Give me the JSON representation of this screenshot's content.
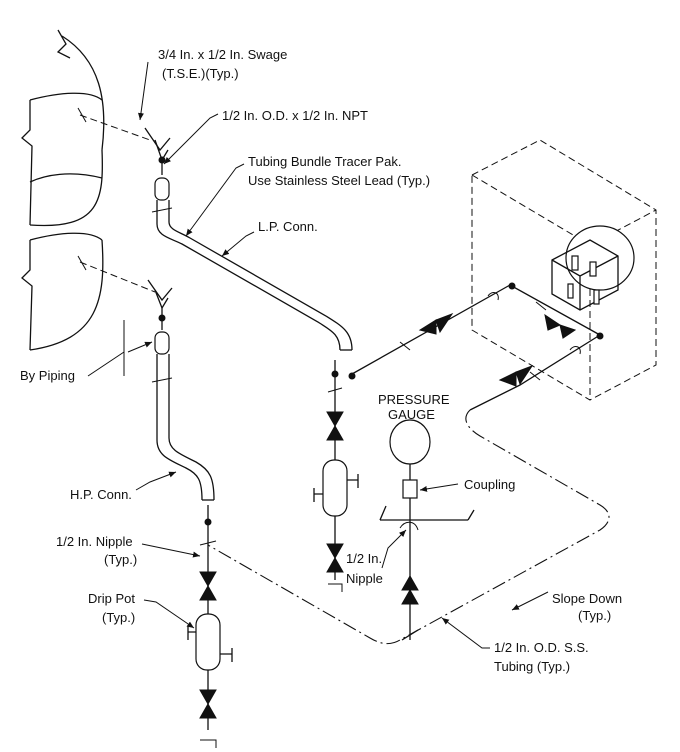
{
  "labels": {
    "swage_line1": "3/4 In. x 1/2 In. Swage",
    "swage_line2": "(T.S.E.)(Typ.)",
    "od_npt": "1/2 In. O.D. x 1/2 In. NPT",
    "tubing_line1": "Tubing Bundle Tracer Pak.",
    "tubing_line2": "Use Stainless Steel Lead (Typ.)",
    "lp_conn": "L.P. Conn.",
    "by_piping": "By Piping",
    "pressure_gauge_line1": "PRESSURE",
    "pressure_gauge_line2": "GAUGE",
    "coupling": "Coupling",
    "hp_conn": "H.P. Conn.",
    "nipple_line1": "1/2 In. Nipple",
    "nipple_line2": "(Typ.)",
    "nipple2_line1": "1/2 In.",
    "nipple2_line2": "Nipple",
    "drip_pot_line1": "Drip Pot",
    "drip_pot_line2": "(Typ.)",
    "slope_line1": "Slope Down",
    "slope_line2": "(Typ.)",
    "ss_tubing_line1": "1/2 In. O.D. S.S.",
    "ss_tubing_line2": "Tubing (Typ.)"
  }
}
